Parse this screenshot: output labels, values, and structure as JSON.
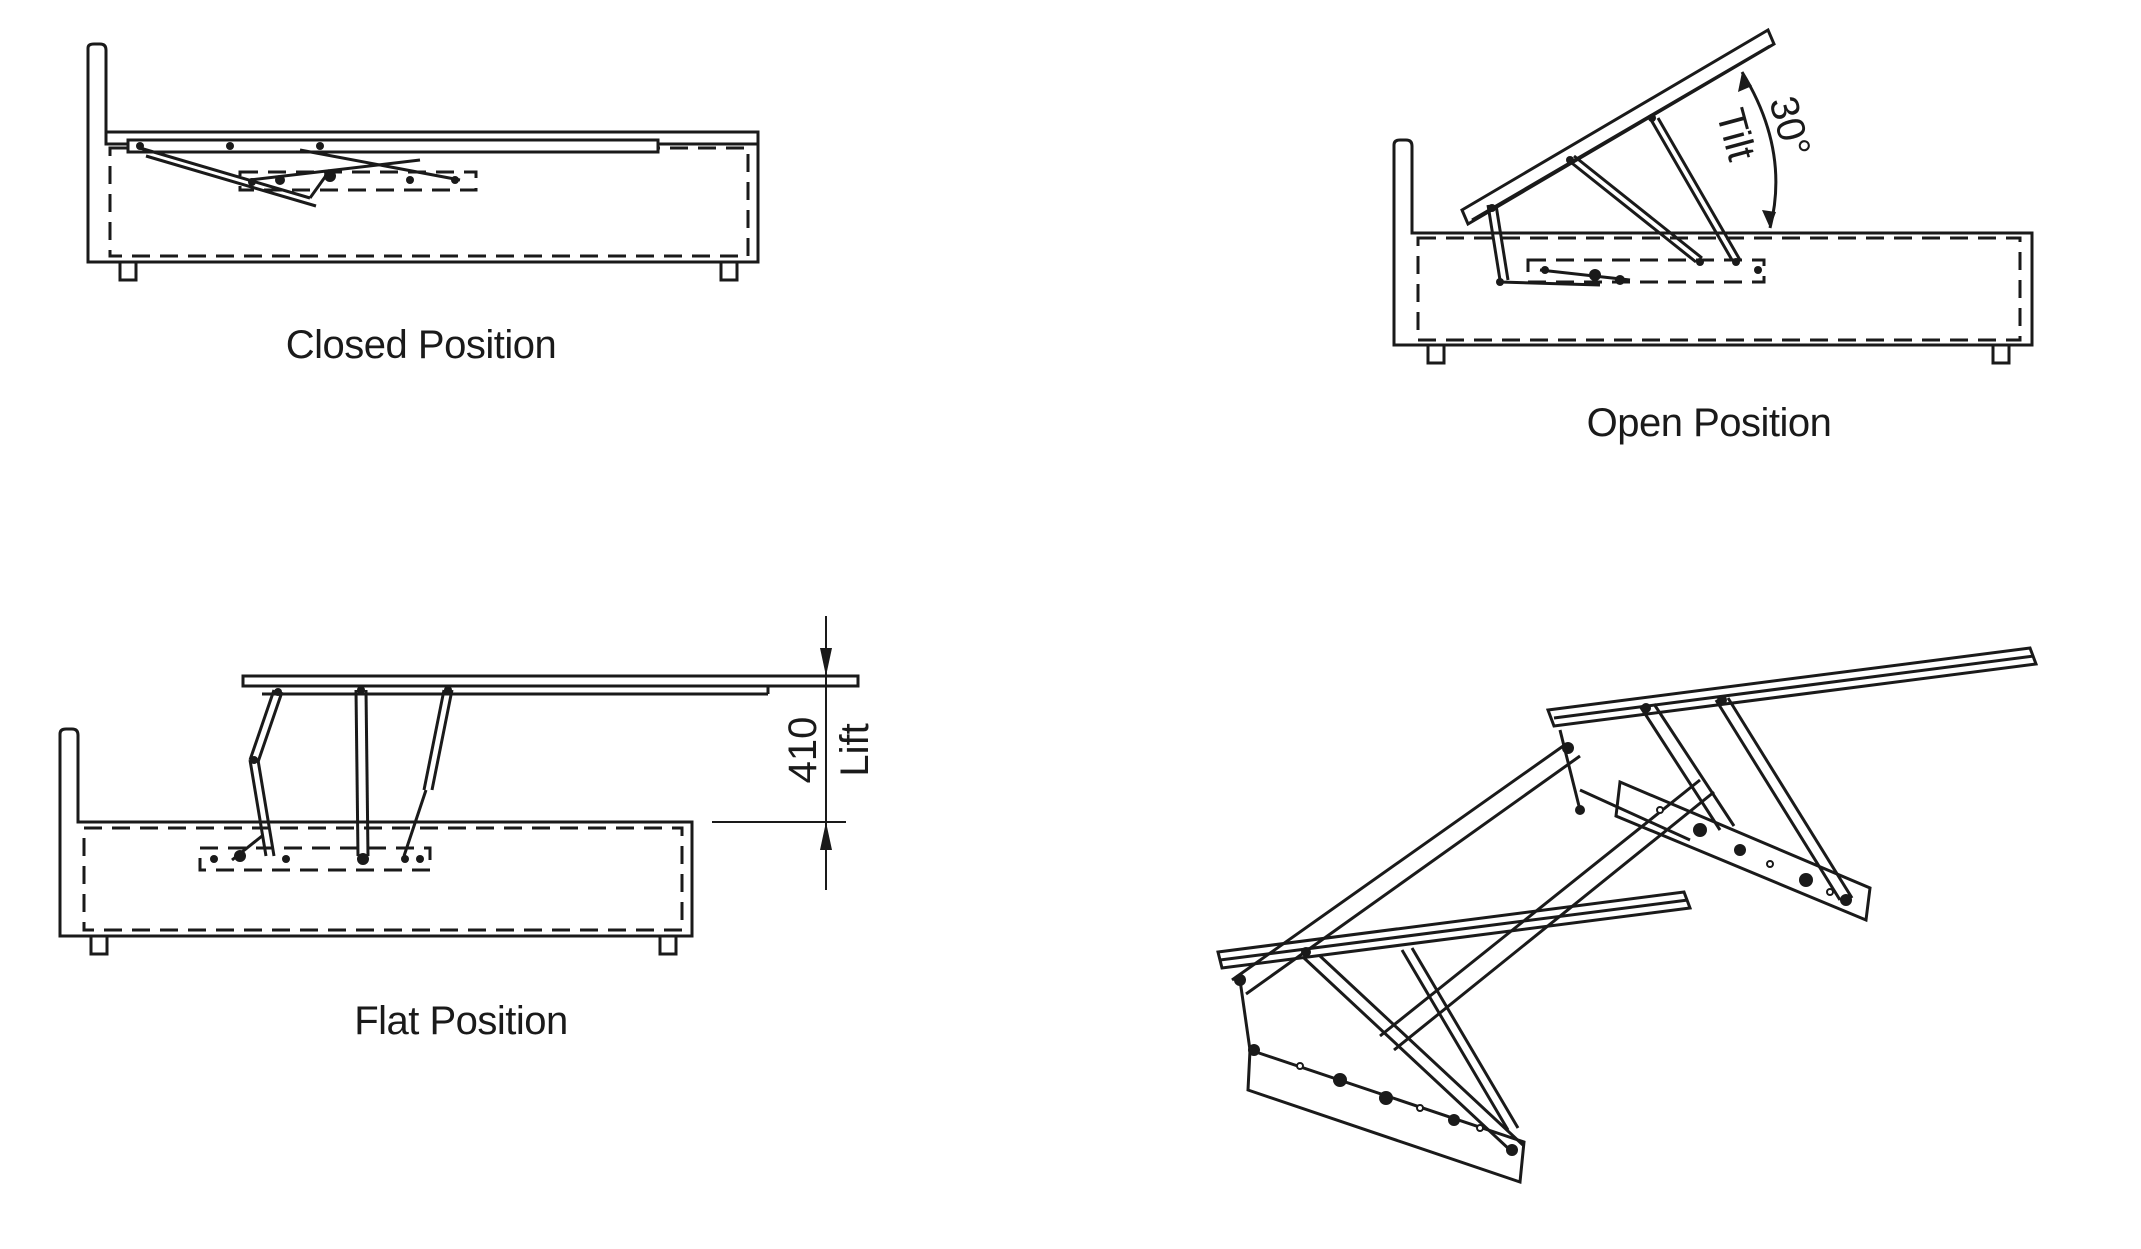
{
  "diagrams": {
    "closed": {
      "caption": "Closed Position"
    },
    "open": {
      "caption": "Open Position",
      "angle_value": "30°",
      "angle_label": "Tilt"
    },
    "flat": {
      "caption": "Flat Position",
      "lift_value": "410",
      "lift_label": "Lift"
    },
    "isometric": {
      "caption": ""
    }
  },
  "colors": {
    "line": "#1a1a1a",
    "background": "#ffffff"
  }
}
